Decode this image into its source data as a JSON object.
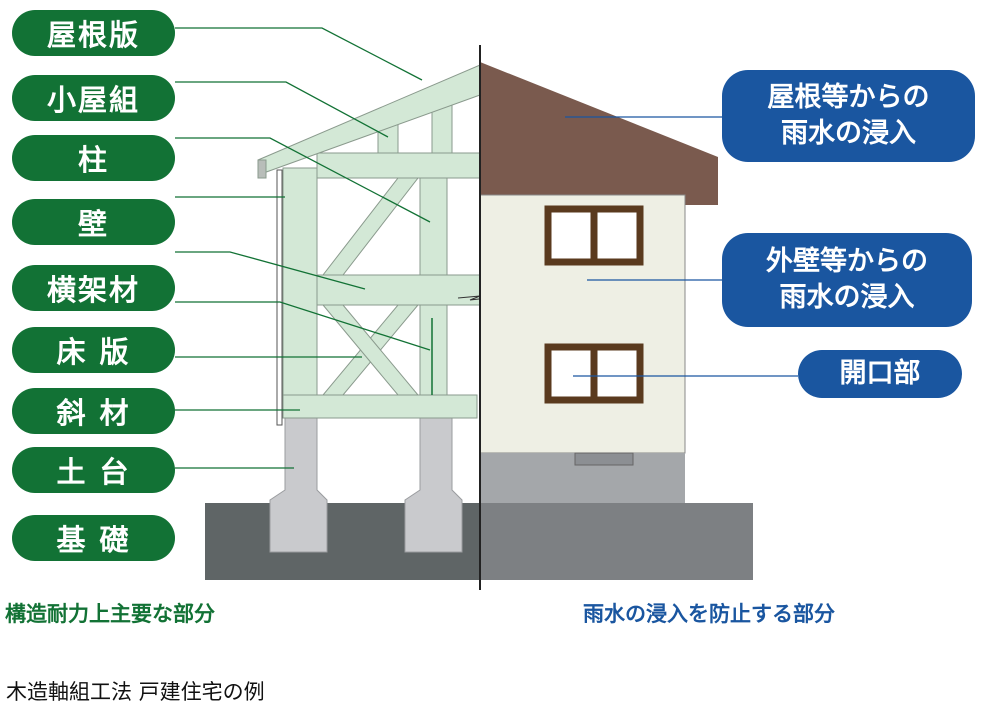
{
  "structure_labels": [
    "屋根版",
    "小屋組",
    "柱",
    "壁",
    "横架材",
    "床 版",
    "斜 材",
    "土 台",
    "基 礎"
  ],
  "rain_labels": [
    {
      "line1": "屋根等からの",
      "line2": "雨水の浸入"
    },
    {
      "line1": "外壁等からの",
      "line2": "雨水の浸入"
    },
    {
      "line1": "開口部"
    }
  ],
  "left_caption": "構造耐力上主要な部分",
  "right_caption": "雨水の浸入を防止する部分",
  "footnote": "木造軸組工法 戸建住宅の例",
  "colors": {
    "green": "#127235",
    "blue": "#1a56a0",
    "roof": "#7a5a4e",
    "wall": "#eeefe4",
    "frame": "#d3e8d6"
  }
}
